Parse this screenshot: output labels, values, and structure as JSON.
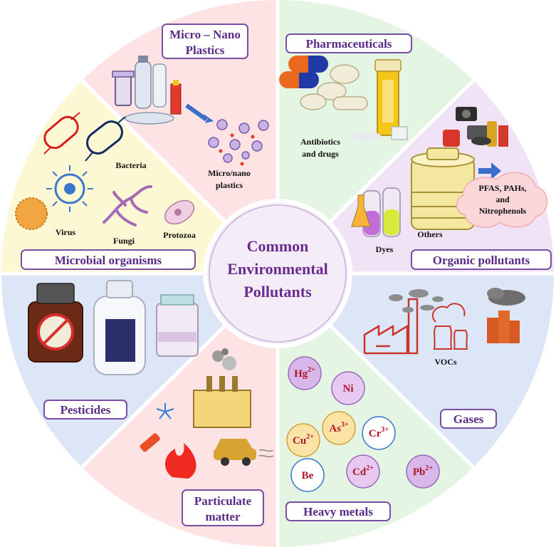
{
  "center": {
    "line1": "Common",
    "line2": "Environmental",
    "line3": "Pollutants"
  },
  "sectors": {
    "micro_nano": {
      "title_line1": "Micro – Nano",
      "title_line2": "Plastics",
      "caption_line1": "Micro/nano",
      "caption_line2": "plastics",
      "color": "#fde3e4"
    },
    "pharma": {
      "title": "Pharmaceuticals",
      "caption_line1": "Antibiotics",
      "caption_line2": "and drugs",
      "color": "#e4f5e3"
    },
    "organic": {
      "title": "Organic pollutants",
      "dyes": "Dyes",
      "others": "Others",
      "cloud_line1": "PFAS, PAHs,",
      "cloud_line2": "and",
      "cloud_line3": "Nitrophenols",
      "color": "#efe3f5"
    },
    "gases": {
      "title": "Gases",
      "vocs": "VOCs",
      "color": "#dde6f7"
    },
    "heavy": {
      "title": "Heavy metals",
      "color": "#e4f5e3",
      "metals": [
        {
          "sym": "Hg",
          "chg": "2+"
        },
        {
          "sym": "Ni",
          "chg": ""
        },
        {
          "sym": "As",
          "chg": "3+"
        },
        {
          "sym": "Cr",
          "chg": "3+"
        },
        {
          "sym": "Cu",
          "chg": "2+"
        },
        {
          "sym": "Be",
          "chg": ""
        },
        {
          "sym": "Cd",
          "chg": "2+"
        },
        {
          "sym": "Pb",
          "chg": "2+"
        }
      ]
    },
    "particulate": {
      "title_line1": "Particulate",
      "title_line2": "matter",
      "color": "#fde3e4"
    },
    "pesticides": {
      "title": "Pesticides",
      "color": "#dde6f7"
    },
    "microbial": {
      "title": "Microbial organisms",
      "bacteria": "Bacteria",
      "virus": "Virus",
      "fungi": "Fungi",
      "protozoa": "Protozoa",
      "color": "#fdf8d4"
    }
  },
  "colors": {
    "border": "#7a4fa3",
    "label_fill": "#ffffff",
    "label_text": "#5b2a86",
    "center_fill": "#f4ecf7",
    "metal_text": "#b1132b",
    "arrow": "#3a6fc9"
  }
}
